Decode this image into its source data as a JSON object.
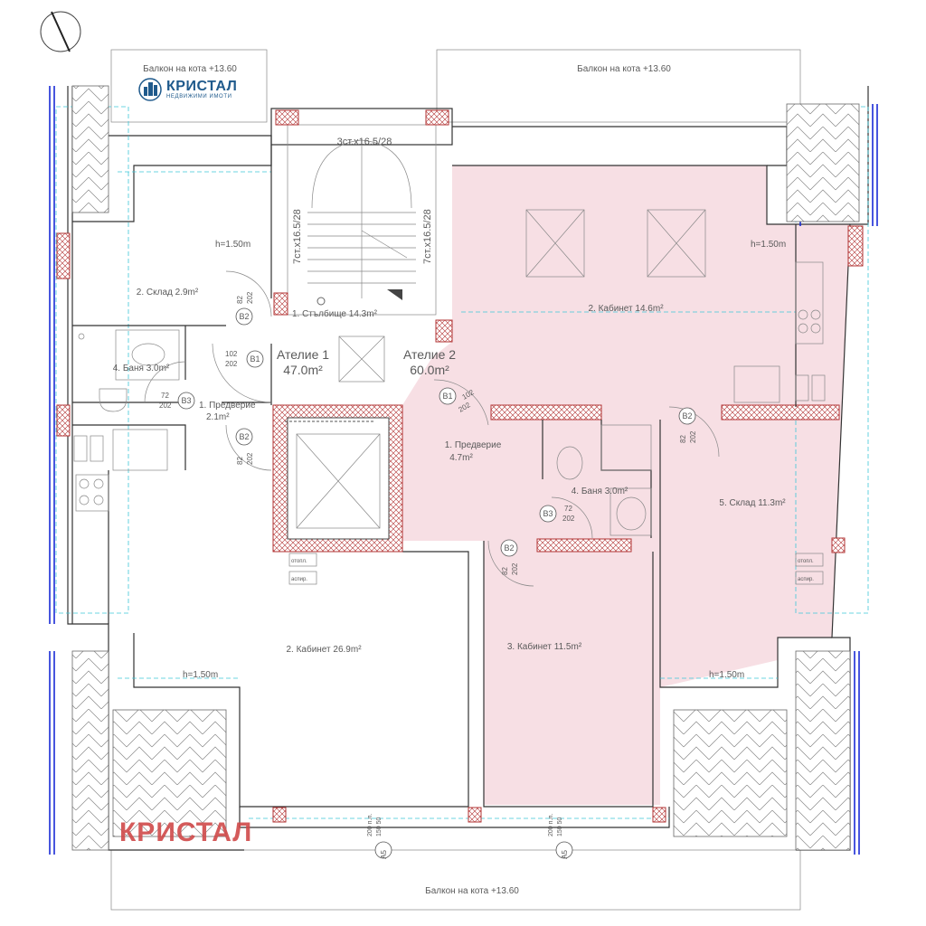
{
  "brand": {
    "name": "КРИСТАЛ",
    "sub": "НЕДВИЖИМИ ИМОТИ",
    "color": "#1f5a8c"
  },
  "watermark": {
    "text": "КРИСТАЛ",
    "color": "#d04a4a"
  },
  "balconies": {
    "top_left": "Балкон на кота +13.60",
    "top_right": "Балкон на кота +13.60",
    "bottom": "Балкон на кота +13.60"
  },
  "stairs": {
    "top": "3ст.х16.5/28",
    "left": "7ст.х16.5/28",
    "right": "7ст.х16.5/28",
    "name": "1. Стълбище 14.3m²"
  },
  "heights": {
    "h1": "h=1.50m",
    "h2": "h=1.50m",
    "h3": "h=1.50m",
    "h4": "h=1.50m"
  },
  "units": {
    "a1": {
      "title": "Ателие 1",
      "area": "47.0m²"
    },
    "a2": {
      "title": "Ателие 2",
      "area": "60.0m²",
      "highlight": "#f7dfe4"
    }
  },
  "rooms": {
    "sklad1": "2. Склад 2.9m²",
    "banya1": "4. Баня 3.0m²",
    "predverie1_a": "1. Предверие",
    "predverie1_b": "2.1m²",
    "kabinet1": "2. Кабинет 26.9m²",
    "kabinet2": "2. Кабинет 14.6m²",
    "predverie2_a": "1. Предверие",
    "predverie2_b": "4.7m²",
    "banya2": "4. Баня 3.0m²",
    "sklad2": "5. Склад 11.3m²",
    "kabinet3": "3. Кабинет 11.5m²"
  },
  "doors": [
    {
      "id": "B2",
      "w": "82",
      "h": "202"
    },
    {
      "id": "B1",
      "w": "102",
      "h": "202"
    },
    {
      "id": "B3",
      "w": "72",
      "h": "202"
    },
    {
      "id": "B2",
      "w": "82",
      "h": "202"
    },
    {
      "id": "B1",
      "w": "102",
      "h": "202"
    },
    {
      "id": "B2",
      "w": "82",
      "h": "202"
    },
    {
      "id": "B3",
      "w": "72",
      "h": "202"
    },
    {
      "id": "B2",
      "w": "82",
      "h": "202"
    }
  ],
  "windows": [
    {
      "id": "A5",
      "w": "200 п.л.",
      "h": "150 50"
    },
    {
      "id": "A5",
      "w": "200 п.л.",
      "h": "150 50"
    }
  ],
  "appliance_labels": {
    "heat": "отопл.",
    "vent": "аспир."
  }
}
